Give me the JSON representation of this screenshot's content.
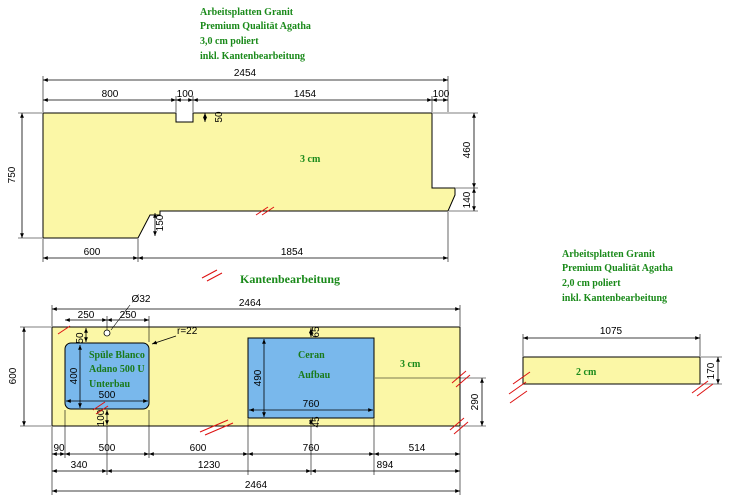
{
  "spec_top": {
    "line1": "Arbeitsplatten Granit",
    "line2": "Premium Qualität Agatha",
    "line3": "3,0 cm poliert",
    "line4": "inkl. Kantenbearbeitung"
  },
  "spec_right": {
    "line1": "Arbeitsplatten Granit",
    "line2": "Premium Qualität Agatha",
    "line3": "2,0 cm poliert",
    "line4": "inkl. Kantenbearbeitung"
  },
  "legend": {
    "label": "Kantenbearbeitung"
  },
  "slab1": {
    "thickness": "3 cm",
    "dims": {
      "total_width": "2454",
      "d800": "800",
      "d100a": "100",
      "d1454": "1454",
      "d100b": "100",
      "height": "750",
      "notch_depth": "50",
      "right_460": "460",
      "right_140": "140",
      "left_notch_150": "150",
      "bottom_600": "600",
      "bottom_1854": "1854"
    }
  },
  "slab2": {
    "thickness": "3 cm",
    "sink": {
      "line1": "Spüle Blanco",
      "line2": "Adano 500 U",
      "line3": "Unterbau"
    },
    "hob": {
      "line1": "Ceran",
      "line2": "Aufbau"
    },
    "dims": {
      "total_width_top": "2464",
      "d250a": "250",
      "d250b": "250",
      "tap_hole": "Ø32",
      "radius": "r=22",
      "height": "600",
      "sink_h": "400",
      "sink_w": "500",
      "sink_top": "50",
      "sink_bottom": "100",
      "hob_top": "65",
      "hob_h": "490",
      "hob_w": "760",
      "hob_bottom": "45",
      "right_290": "290",
      "b90": "90",
      "b500": "500",
      "b600": "600",
      "b760": "760",
      "b514": "514",
      "c340": "340",
      "c1230": "1230",
      "c894": "894",
      "total_width_bottom": "2464"
    }
  },
  "slab3": {
    "thickness": "2 cm",
    "dims": {
      "width": "1075",
      "height": "170"
    }
  }
}
